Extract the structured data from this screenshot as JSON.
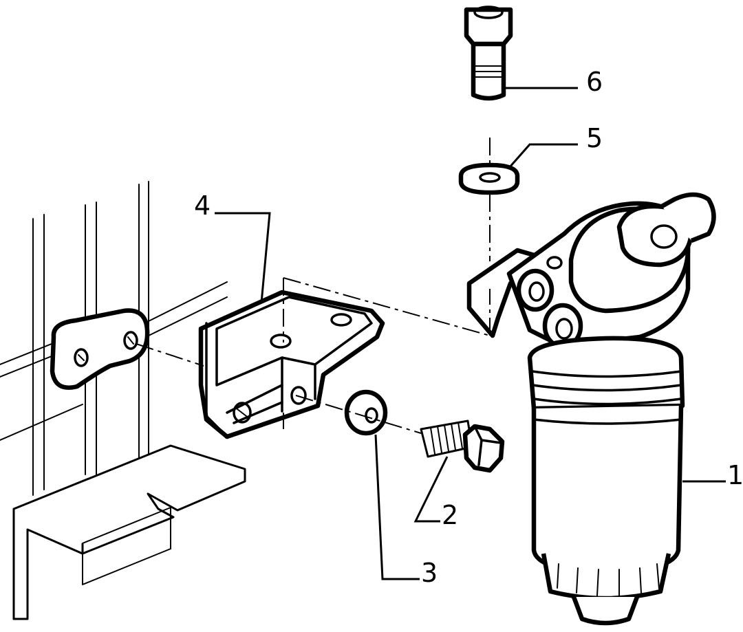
{
  "callouts": [
    {
      "id": "1",
      "label": "1",
      "part": "filter-assembly"
    },
    {
      "id": "2",
      "label": "2",
      "part": "hex-bolt"
    },
    {
      "id": "3",
      "label": "3",
      "part": "washer"
    },
    {
      "id": "4",
      "label": "4",
      "part": "mounting-bracket"
    },
    {
      "id": "5",
      "label": "5",
      "part": "washer"
    },
    {
      "id": "6",
      "label": "6",
      "part": "socket-head-bolt"
    }
  ],
  "colors": {
    "line": "#000000",
    "background": "#ffffff"
  }
}
